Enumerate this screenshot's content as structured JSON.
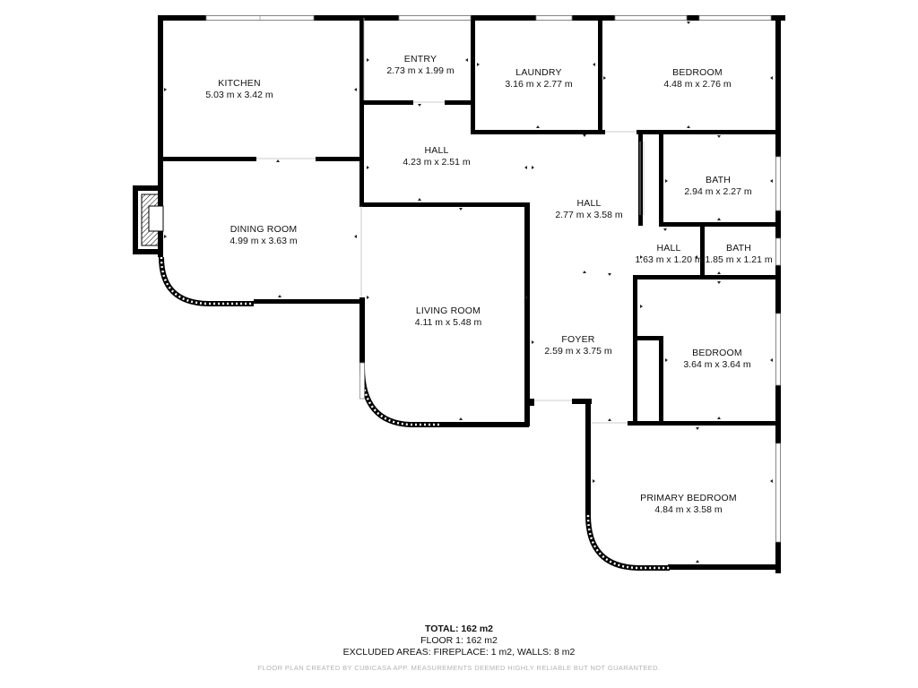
{
  "rooms": [
    {
      "name": "KITCHEN",
      "dims": "5.03 m x 3.42 m"
    },
    {
      "name": "ENTRY",
      "dims": "2.73 m x 1.99 m"
    },
    {
      "name": "LAUNDRY",
      "dims": "3.16 m x 2.77 m"
    },
    {
      "name": "BEDROOM",
      "dims": "4.48 m x 2.76 m"
    },
    {
      "name": "HALL",
      "dims": "4.23 m x 2.51 m"
    },
    {
      "name": "BATH",
      "dims": "2.94 m x 2.27 m"
    },
    {
      "name": "HALL",
      "dims": "2.77 m x 3.58 m"
    },
    {
      "name": "DINING ROOM",
      "dims": "4.99 m x 3.63 m"
    },
    {
      "name": "HALL",
      "dims": "1.63 m x 1.20 m"
    },
    {
      "name": "BATH",
      "dims": "1.85 m x 1.21 m"
    },
    {
      "name": "LIVING ROOM",
      "dims": "4.11 m x 5.48 m"
    },
    {
      "name": "FOYER",
      "dims": "2.59 m x 3.75 m"
    },
    {
      "name": "BEDROOM",
      "dims": "3.64 m x 3.64 m"
    },
    {
      "name": "PRIMARY BEDROOM",
      "dims": "4.84 m x 3.58 m"
    }
  ],
  "summary": {
    "total": "TOTAL: 162 m2",
    "floor": "FLOOR 1: 162 m2",
    "excluded": "EXCLUDED AREAS: FIREPLACE: 1 m2, WALLS: 8 m2"
  },
  "disclaimer": "FLOOR PLAN CREATED BY CUBICASA APP. MEASUREMENTS DEEMED HIGHLY RELIABLE BUT NOT GUARANTEED.",
  "colors": {
    "wall": "#000000",
    "text": "#111111",
    "disclaimer": "#b3b3b3"
  }
}
